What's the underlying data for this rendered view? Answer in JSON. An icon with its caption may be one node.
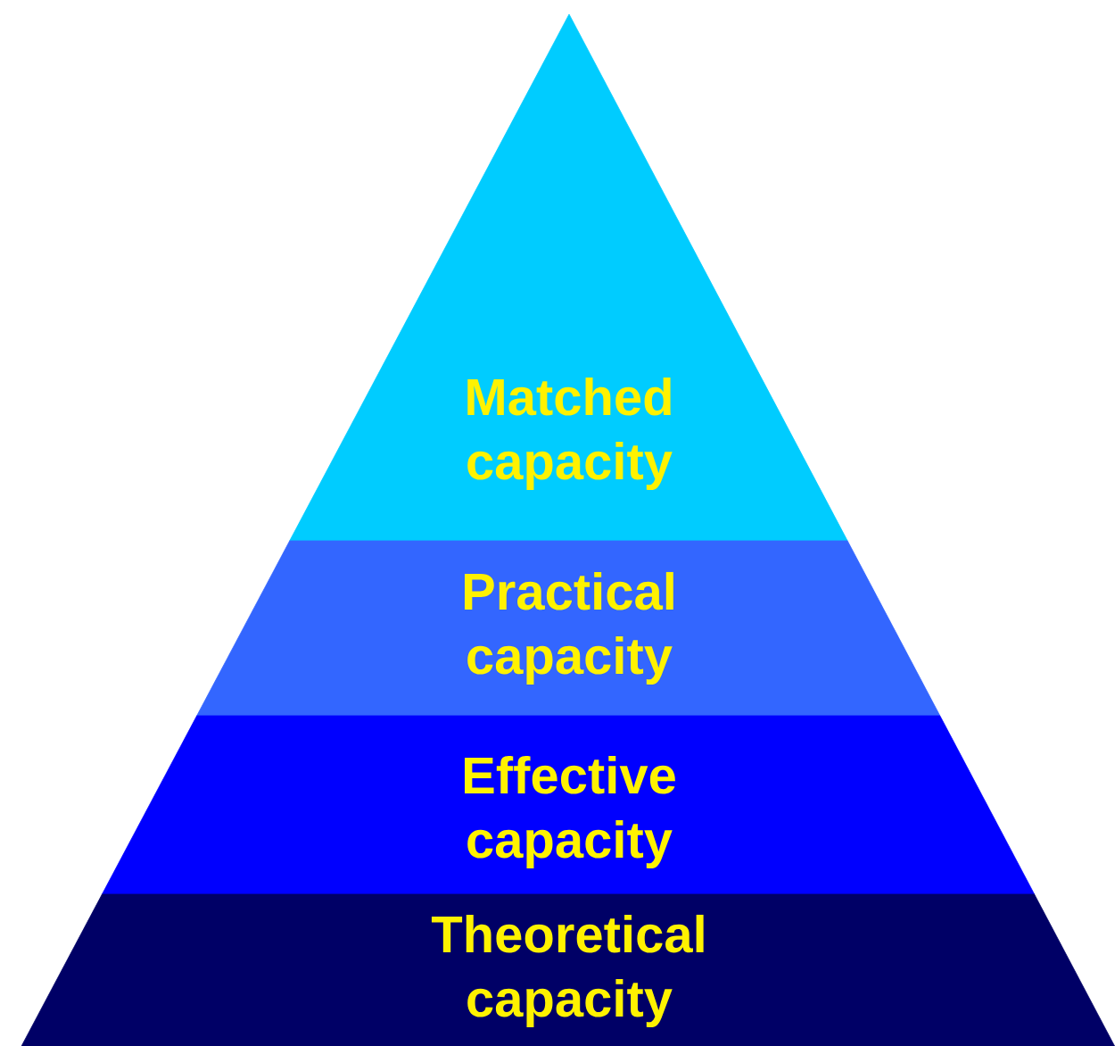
{
  "diagram": {
    "nodes": [
      {
        "text": [
          "Matched capacity"
        ]
      },
      {
        "text": [
          "Practical capacity"
        ]
      },
      {
        "text": [
          "Effective capacity"
        ]
      },
      {
        "text": [
          "Theoretical capacity"
        ]
      }
    ]
  }
}
